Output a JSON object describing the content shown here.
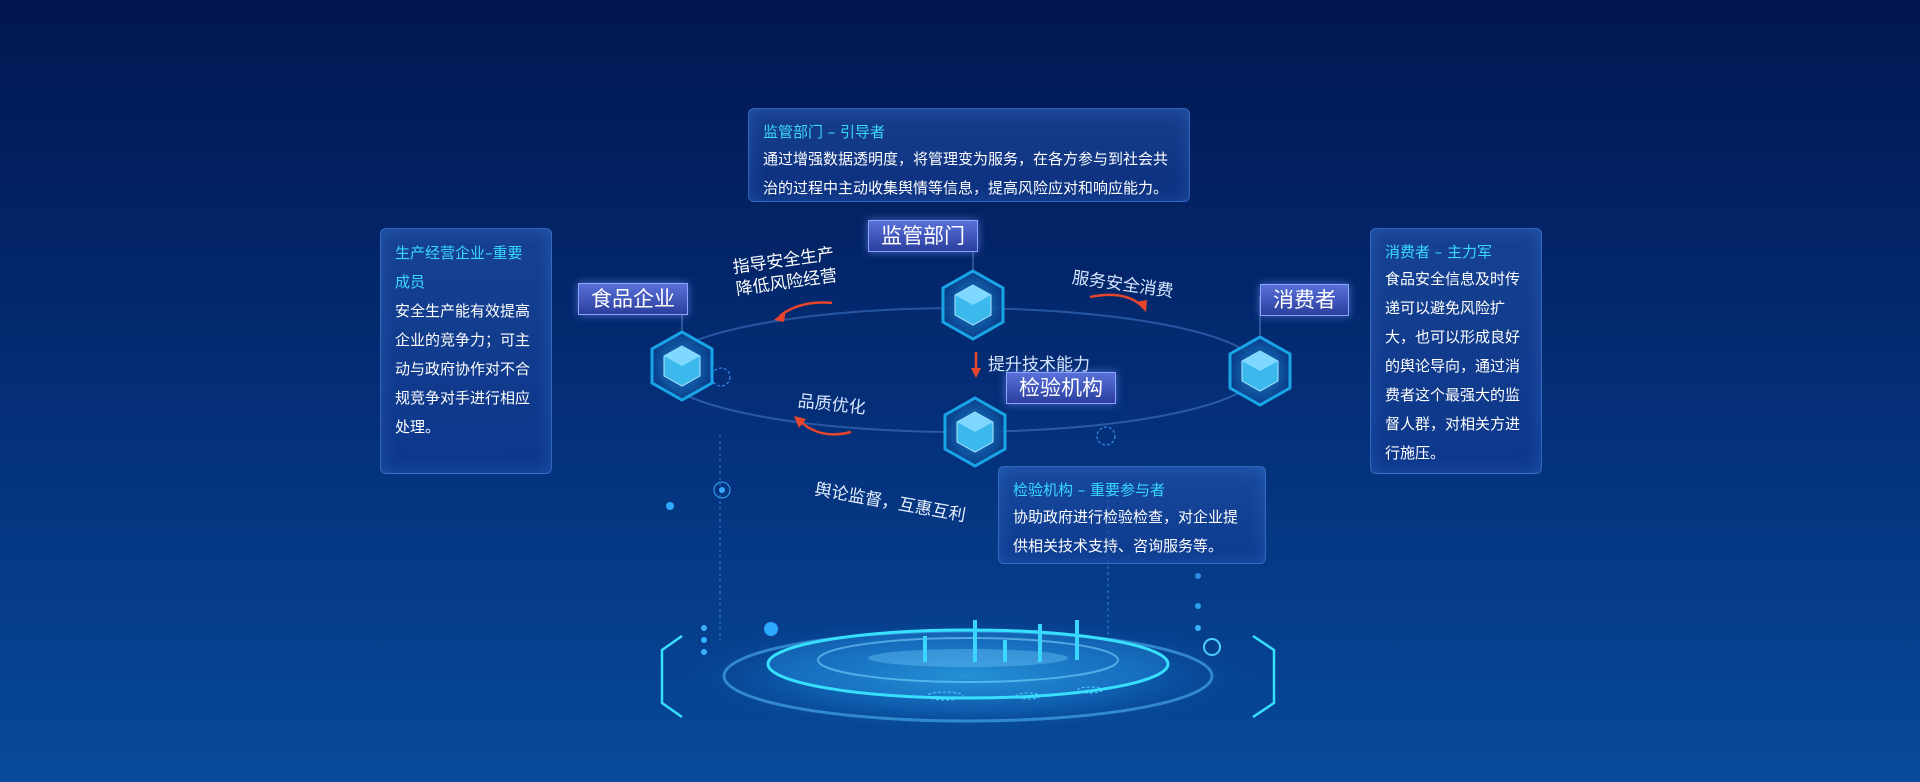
{
  "panels": {
    "regulator": {
      "title": "监管部门 – 引导者",
      "body": "通过增强数据透明度，将管理变为服务，在各方参与到社会共治的过程中主动收集舆情等信息，提高风险应对和响应能力。"
    },
    "enterprise": {
      "title": "生产经营企业–重要成员",
      "body": "安全生产能有效提高企业的竞争力；可主动与政府协作对不合规竞争对手进行相应处理。"
    },
    "consumer": {
      "title": "消费者 – 主力军",
      "body": "食品安全信息及时传递可以避免风险扩大，也可以形成良好的舆论导向，通过消费者这个最强大的监督人群，对相关方进行施压。"
    },
    "inspection": {
      "title": "检验机构 – 重要参与者",
      "body": "协助政府进行检验检查，对企业提供相关技术支持、咨询服务等。"
    }
  },
  "nodes": {
    "regulator": "监管部门",
    "enterprise": "食品企业",
    "consumer": "消费者",
    "inspection": "检验机构"
  },
  "flows": {
    "guide_line1": "指导安全生产",
    "guide_line2": "降低风险经营",
    "service": "服务安全消费",
    "tech": "提升技术能力",
    "quality": "品质优化",
    "opinion": "舆论监督，互惠互利"
  },
  "colors": {
    "accent": "#38d8ff",
    "arrow": "#e8452c",
    "label_bg": "#3a52c0"
  }
}
